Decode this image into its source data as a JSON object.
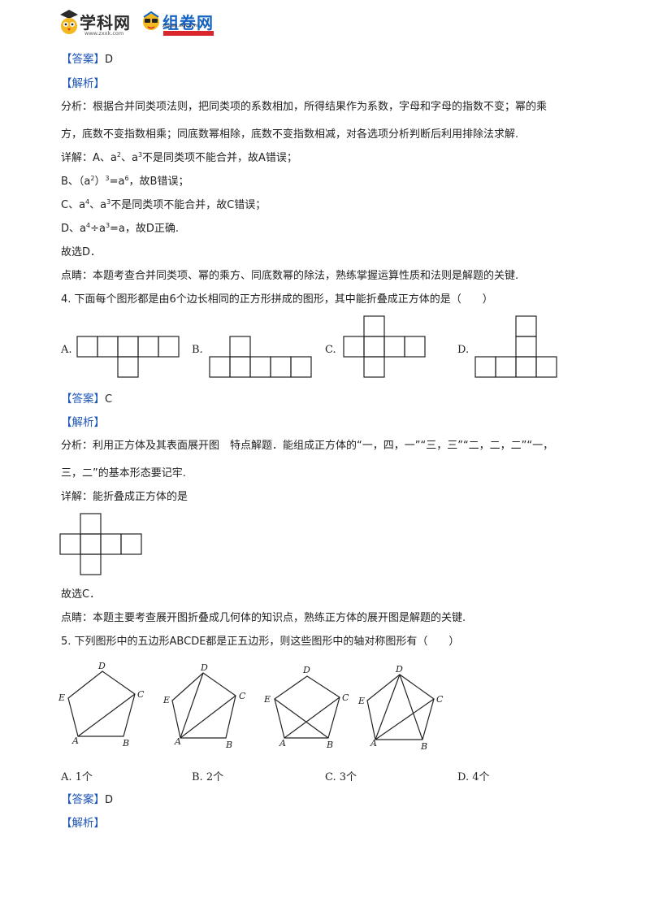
{
  "header": {
    "logo1_text": "学科网",
    "logo1_url": "www.zxxk.com",
    "logo2_text": "组卷网",
    "logo2_url": "zujuan.xkw.com",
    "colors": {
      "logo1": "#2b2b2b",
      "logo2": "#1463c0",
      "accent_red": "#d9262c",
      "accent_yellow": "#f3b91e"
    }
  },
  "q3": {
    "answer_tag": "【答案】",
    "answer": "D",
    "analysis_tag": "【解析】",
    "analysis_l1": "分析：根据合并同类项法则，把同类项的系数相加，所得结果作为系数，字母和字母的指数不变；幂的乘",
    "analysis_l2": "方，底数不变指数相乘；同底数幂相除，底数不变指数相减，对各选项分析判断后利用排除法求解.",
    "detail_a_pre": "详解：A、a",
    "detail_a_e1": "2",
    "detail_a_mid": "、a",
    "detail_a_e2": "3",
    "detail_a_post": "不是同类项不能合并，故A错误；",
    "detail_b_pre": "B、（a",
    "detail_b_e1": "2",
    "detail_b_mid": "）",
    "detail_b_e2": "3",
    "detail_b_mid2": "=a",
    "detail_b_e3": "6",
    "detail_b_post": "，故B错误；",
    "detail_c_pre": "C、a",
    "detail_c_e1": "4",
    "detail_c_mid": "、a",
    "detail_c_e2": "3",
    "detail_c_post": "不是同类项不能合并，故C错误；",
    "detail_d_pre": "D、a",
    "detail_d_e1": "4",
    "detail_d_mid": "÷a",
    "detail_d_e2": "3",
    "detail_d_post": "=a，故D正确.",
    "choose": "故选D．",
    "comment": "点睛：本题考查合并同类项、幂的乘方、同底数幂的除法，熟练掌握运算性质和法则是解题的关键."
  },
  "q4": {
    "stem": "4. 下面每个图形都是由6个边长相同的正方形拼成的图形，其中能折叠成正方体的是（　　）",
    "options": [
      "A.",
      "B.",
      "C.",
      "D."
    ],
    "answer_tag": "【答案】",
    "answer": "C",
    "analysis_tag": "【解析】",
    "analysis_l1": "分析：利用正方体及其表面展开图　特点解题．能组成正方体的“一，四，一”“三，三”“二，二，二”“一，",
    "analysis_l2": "三，二”的基本形态要记牢.",
    "detail": "详解：能折叠成正方体的是",
    "choose": "故选C．",
    "comment": "点睛：本题主要考查展开图折叠成几何体的知识点，熟练正方体的展开图是解题的关键."
  },
  "q5": {
    "stem": "5. 下列图形中的五边形ABCDE都是正五边形，则这些图形中的轴对称图形有（　　）",
    "vertex_labels": [
      "A",
      "B",
      "C",
      "D",
      "E"
    ],
    "options": [
      "A.  1个",
      "B.  2个",
      "C.  3个",
      "D.  4个"
    ],
    "answer_tag": "【答案】",
    "answer": "D",
    "analysis_tag": "【解析】"
  }
}
